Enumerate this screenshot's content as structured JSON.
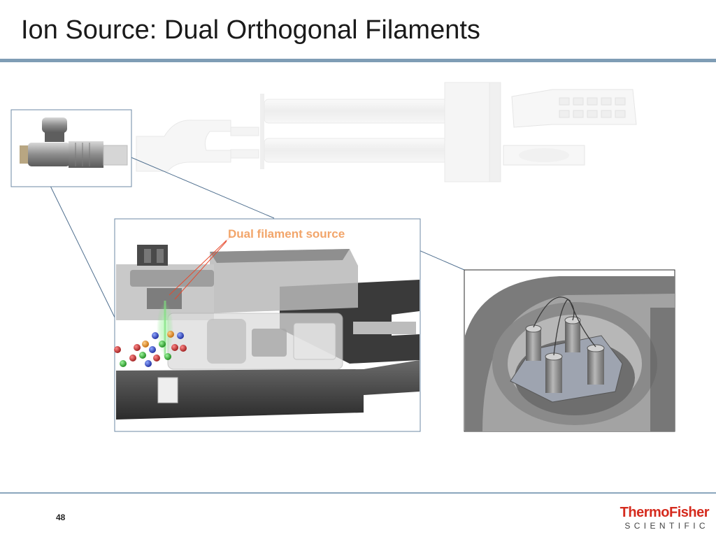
{
  "slide": {
    "title": "Ion Source: Dual Orthogonal Filaments",
    "page_number": "48"
  },
  "figure": {
    "callout_label": "Dual filament source"
  },
  "logo": {
    "line1": "ThermoFisher",
    "line2": "SCIENTIFIC",
    "color": "#d52b1e"
  },
  "colors": {
    "accent_rule": "#7f9db5",
    "frame_border": "#6c8aa6"
  }
}
